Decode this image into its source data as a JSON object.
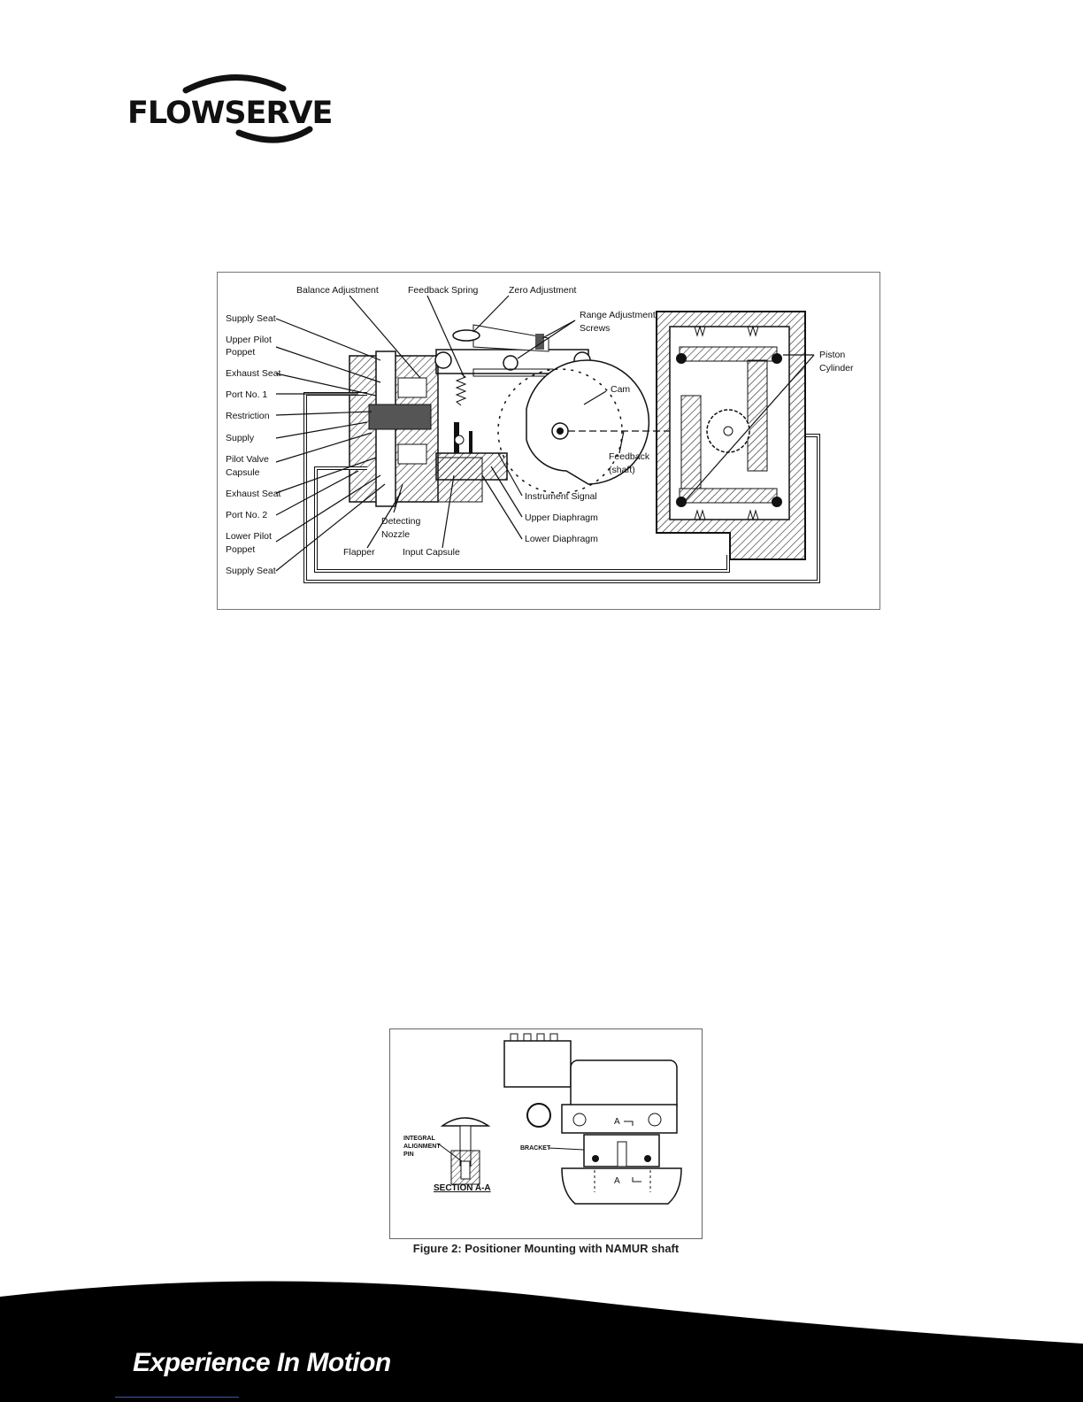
{
  "header": {
    "logo_text": "FLOWSERVE"
  },
  "figure1": {
    "labels": {
      "balance_adjustment": "Balance Adjustment",
      "feedback_spring": "Feedback Spring",
      "zero_adjustment": "Zero Adjustment",
      "range_adjustment_1": "Range Adjustment",
      "range_adjustment_2": "Screws",
      "supply_seat_top": "Supply Seat",
      "upper_pilot_1": "Upper Pilot",
      "upper_pilot_2": "Poppet",
      "exhaust_seat_top": "Exhaust Seat",
      "port_no_1": "Port No. 1",
      "restriction": "Restriction",
      "supply": "Supply",
      "pilot_valve_1": "Pilot Valve",
      "pilot_valve_2": "Capsule",
      "exhaust_seat_bottom": "Exhaust Seat",
      "port_no_2": "Port No. 2",
      "lower_pilot_1": "Lower Pilot",
      "lower_pilot_2": "Poppet",
      "supply_seat_bottom": "Supply Seat",
      "flapper": "Flapper",
      "detecting_1": "Detecting",
      "detecting_2": "Nozzle",
      "input_capsule": "Input Capsule",
      "instrument_signal": "Instrument Signal",
      "upper_diaphragm": "Upper Diaphragm",
      "lower_diaphragm": "Lower Diaphragm",
      "cam": "Cam",
      "feedback_1": "Feedback",
      "feedback_2": "(shaft)",
      "piston_1": "Piston",
      "piston_2": "Cylinder"
    }
  },
  "figure2": {
    "labels": {
      "integral_1": "INTEGRAL",
      "integral_2": "ALIGNMENT",
      "integral_3": "PIN",
      "section": "SECTION A-A",
      "bracket": "BRACKET",
      "a_top": "A",
      "a_bottom": "A"
    },
    "caption": "Figure 2: Positioner Mounting with NAMUR shaft"
  },
  "footer": {
    "slogan": "Experience In Motion"
  }
}
